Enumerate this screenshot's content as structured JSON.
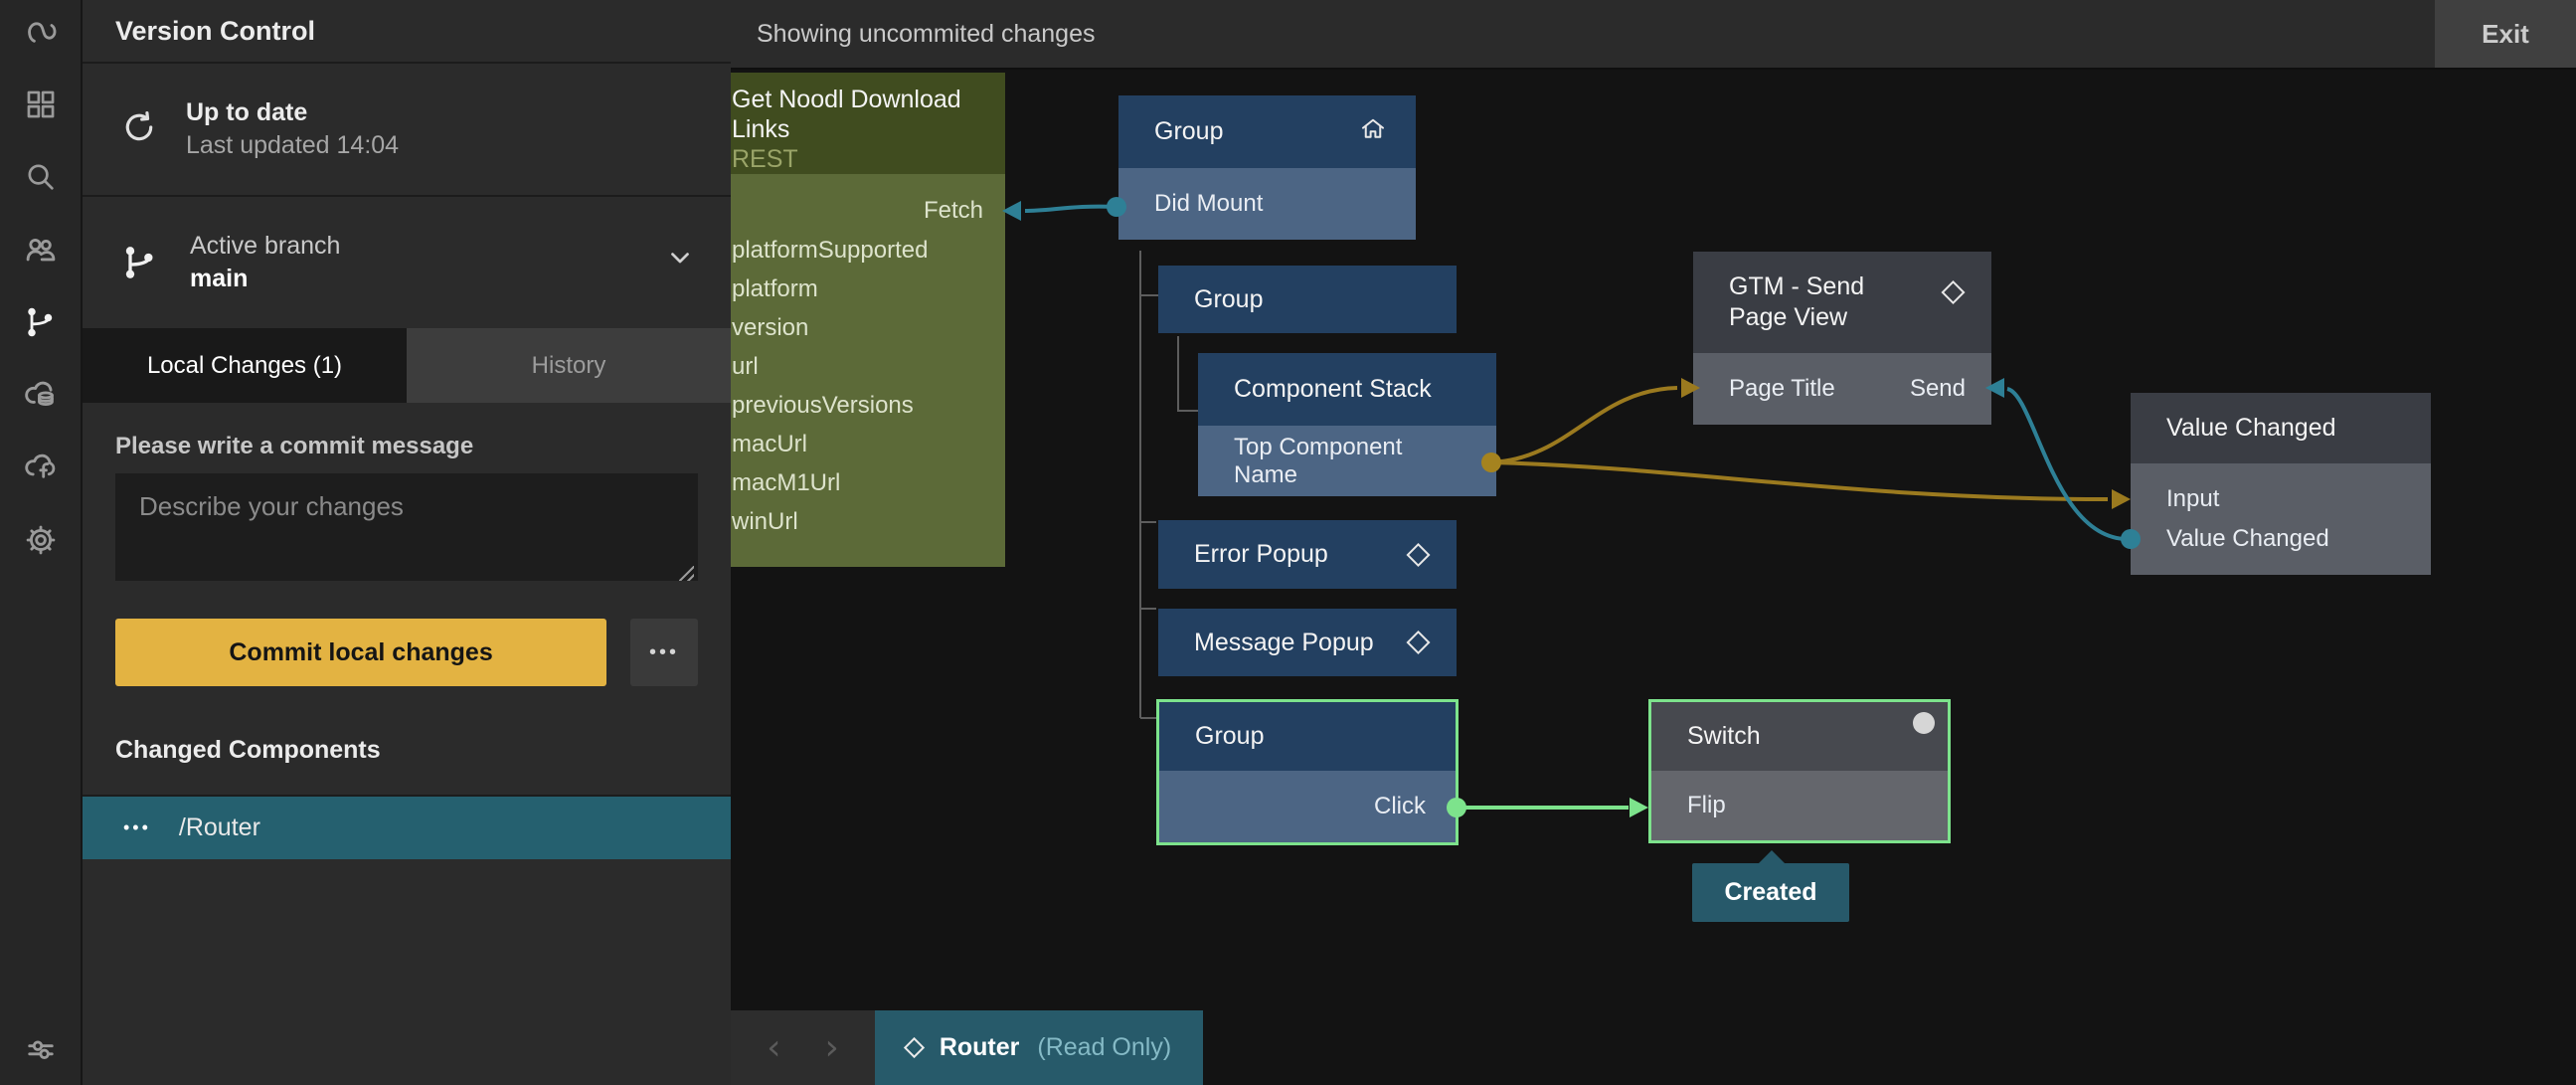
{
  "panel": {
    "title": "Version Control",
    "sync": {
      "status": "Up to date",
      "last_updated": "Last updated 14:04"
    },
    "branch": {
      "label": "Active branch",
      "name": "main"
    },
    "tabs": {
      "local": "Local Changes (1)",
      "history": "History"
    },
    "commit": {
      "label": "Please write a commit message",
      "placeholder": "Describe your changes",
      "button": "Commit local changes",
      "more": "•••"
    },
    "changed": {
      "heading": "Changed Components",
      "item_icon": "•••",
      "item_name": "/Router"
    }
  },
  "topbar": {
    "status": "Showing uncommited changes",
    "exit": "Exit"
  },
  "canvas": {
    "nodes": {
      "rest": {
        "title": "Get Noodl Download Links",
        "subtitle": "REST",
        "input": "Fetch",
        "outputs": [
          "platformSupported",
          "platform",
          "version",
          "url",
          "previousVersions",
          "macUrl",
          "macM1Url",
          "winUrl"
        ]
      },
      "group1": {
        "title": "Group",
        "port": "Did Mount"
      },
      "group2": {
        "title": "Group"
      },
      "component_stack": {
        "title": "Component Stack",
        "port": "Top Component Name"
      },
      "gtm": {
        "title": "GTM - Send Page View",
        "port_in": "Page Title",
        "port_out": "Send"
      },
      "value_changed": {
        "title": "Value Changed",
        "ports": [
          "Input",
          "Value Changed"
        ]
      },
      "error_popup": {
        "title": "Error Popup"
      },
      "message_popup": {
        "title": "Message Popup"
      },
      "group3": {
        "title": "Group",
        "port": "Click"
      },
      "switch": {
        "title": "Switch",
        "port": "Flip"
      },
      "created_badge": "Created"
    },
    "footer": {
      "prev": "‹",
      "next": "›",
      "tab": "Router",
      "readonly": "(Read Only)"
    },
    "colors": {
      "wire_teal": "#2e8096",
      "wire_yellow": "#9b7a1f",
      "wire_green": "#7de38c",
      "select_green": "#7de38c",
      "accent_yellow": "#e3b342",
      "accent_teal": "#25606f"
    }
  }
}
